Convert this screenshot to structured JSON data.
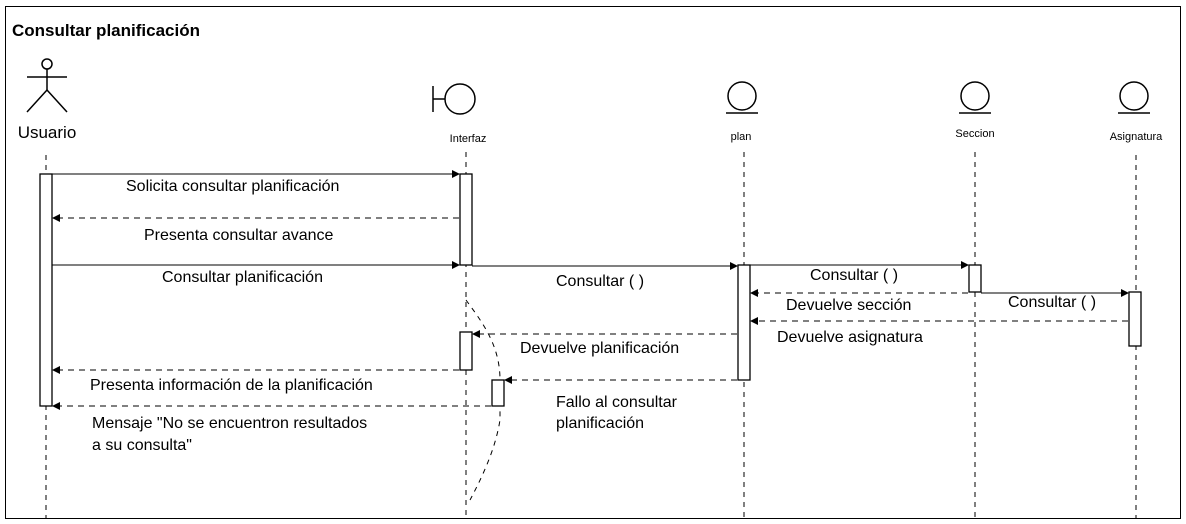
{
  "title": "Consultar planificación",
  "participants": {
    "usuario": "Usuario",
    "interfaz": "Interfaz",
    "plan": "plan",
    "seccion": "Seccion",
    "asignatura": "Asignatura"
  },
  "messages": {
    "m1": "Solicita consultar planificación",
    "m2": "Presenta consultar avance",
    "m3": "Consultar planificación",
    "m4": "Consultar ( )",
    "m5": "Consultar ( )",
    "m6": "Devuelve sección",
    "m7": "Consultar ( )",
    "m8": "Devuelve asignatura",
    "m9": "Devuelve planificación",
    "m10": "Presenta información de la planificación",
    "m11_line1": "Fallo al consultar",
    "m11_line2": "planificación",
    "m12_line1": "Mensaje \"No se encuentron resultados",
    "m12_line2": "a su consulta\""
  }
}
